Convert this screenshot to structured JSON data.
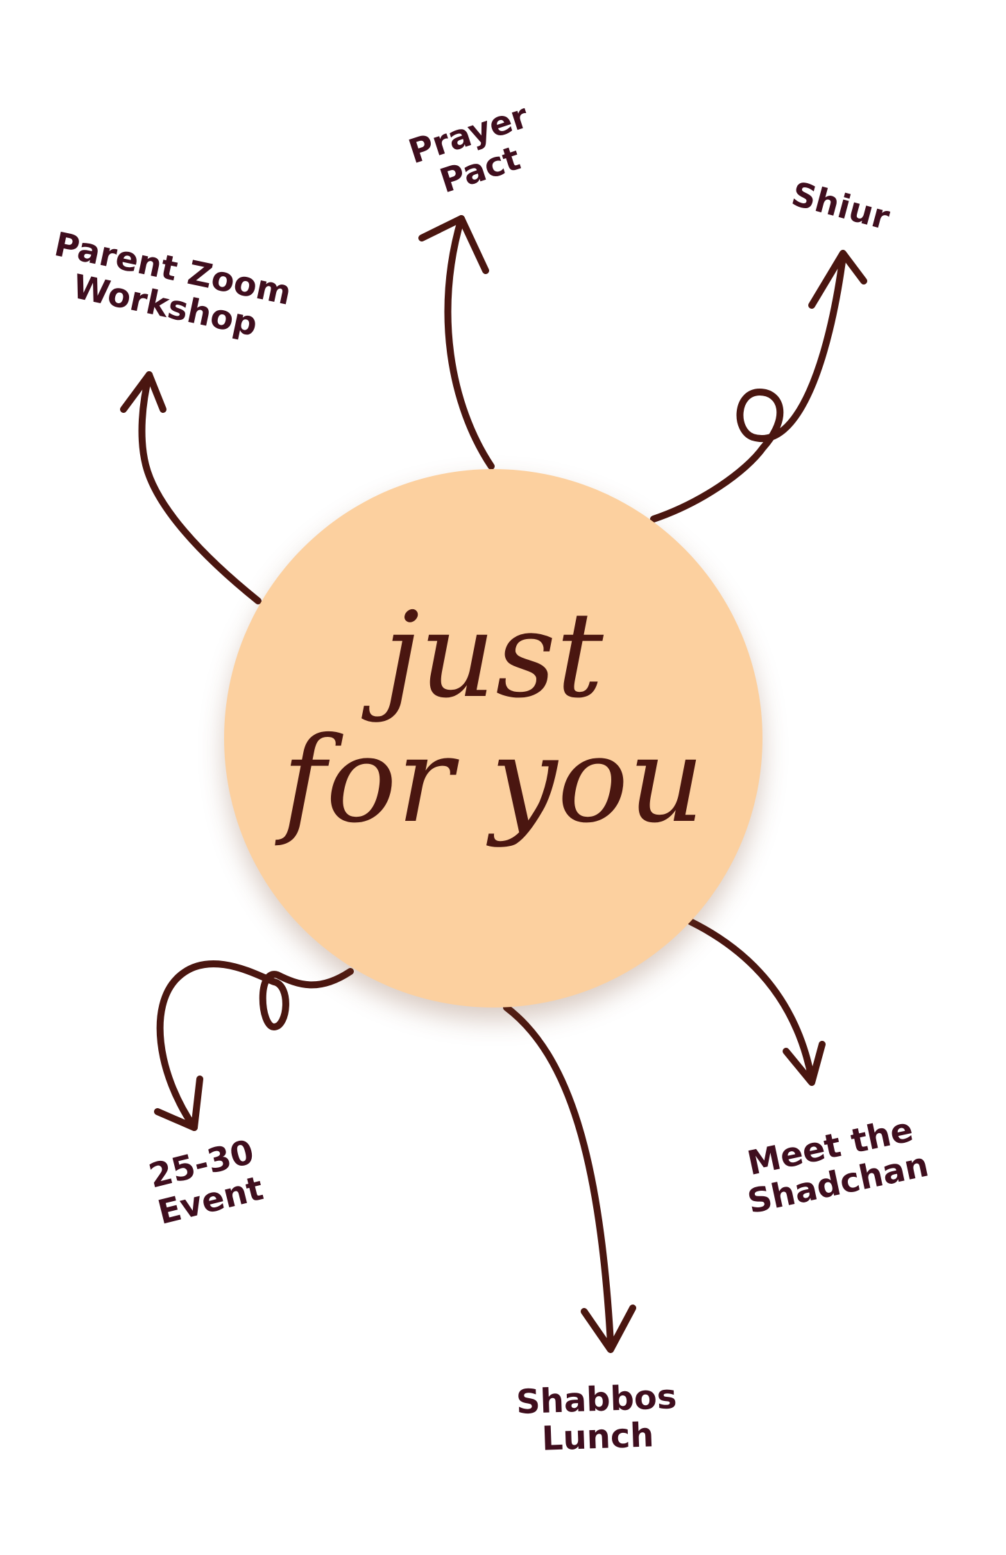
{
  "center": {
    "line1": "just",
    "line2": "for you"
  },
  "colors": {
    "circle": "#FCD09F",
    "arrow": "#4A1610",
    "label": "#3F0E1E"
  },
  "nodes": [
    {
      "id": "prayer-pact",
      "lines": [
        "Prayer",
        "Pact"
      ]
    },
    {
      "id": "shiur",
      "lines": [
        "Shiur"
      ]
    },
    {
      "id": "parent-zoom-workshop",
      "lines": [
        "Parent Zoom",
        "Workshop"
      ]
    },
    {
      "id": "25-30-event",
      "lines": [
        "25-30",
        "Event"
      ]
    },
    {
      "id": "meet-the-shadchan",
      "lines": [
        "Meet the",
        "Shadchan"
      ]
    },
    {
      "id": "shabbos-lunch",
      "lines": [
        "Shabbos",
        "Lunch"
      ]
    }
  ]
}
